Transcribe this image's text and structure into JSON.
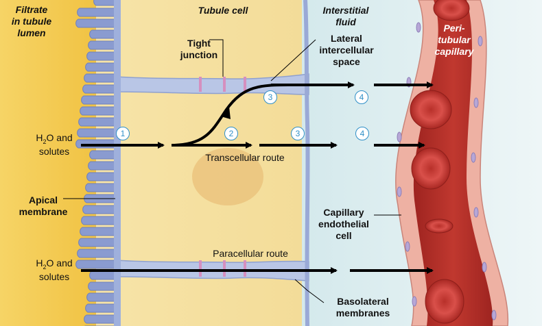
{
  "labels": {
    "filtrate": "Filtrate\nin tubule\nlumen",
    "tubule_cell": "Tubule cell",
    "interstitial": "Interstitial\nfluid",
    "peritubular": "Peri-\ntubular\ncapillary",
    "tight_junction": "Tight\njunction",
    "lateral_space": "Lateral\nintercellular\nspace",
    "h2o_top_sub": "2",
    "h2o_top_a": "H",
    "h2o_top_b": "O and",
    "h2o_top_c": "solutes",
    "transcellular": "Transcellular route",
    "apical": "Apical\nmembrane",
    "capillary_endo": "Capillary\nendothelial\ncell",
    "paracellular": "Paracellular route",
    "h2o_bot_a": "H",
    "h2o_bot_sub": "2",
    "h2o_bot_b": "O and",
    "h2o_bot_c": "solutes",
    "basolateral": "Basolateral\nmembranes"
  },
  "steps": {
    "s1": "1",
    "s2": "2",
    "s3a": "3",
    "s3b": "3",
    "s4a": "4",
    "s4b": "4"
  },
  "colors": {
    "lumen": "#f3c94a",
    "cell": "#f6e0a2",
    "microvilli": "#8a9bd0",
    "interstitial": "#dcecef",
    "capillary_wall": "#e9a99a",
    "blood": "#b8322c",
    "rbc": "#d8473f",
    "step_circle": "#2f8fc7"
  }
}
